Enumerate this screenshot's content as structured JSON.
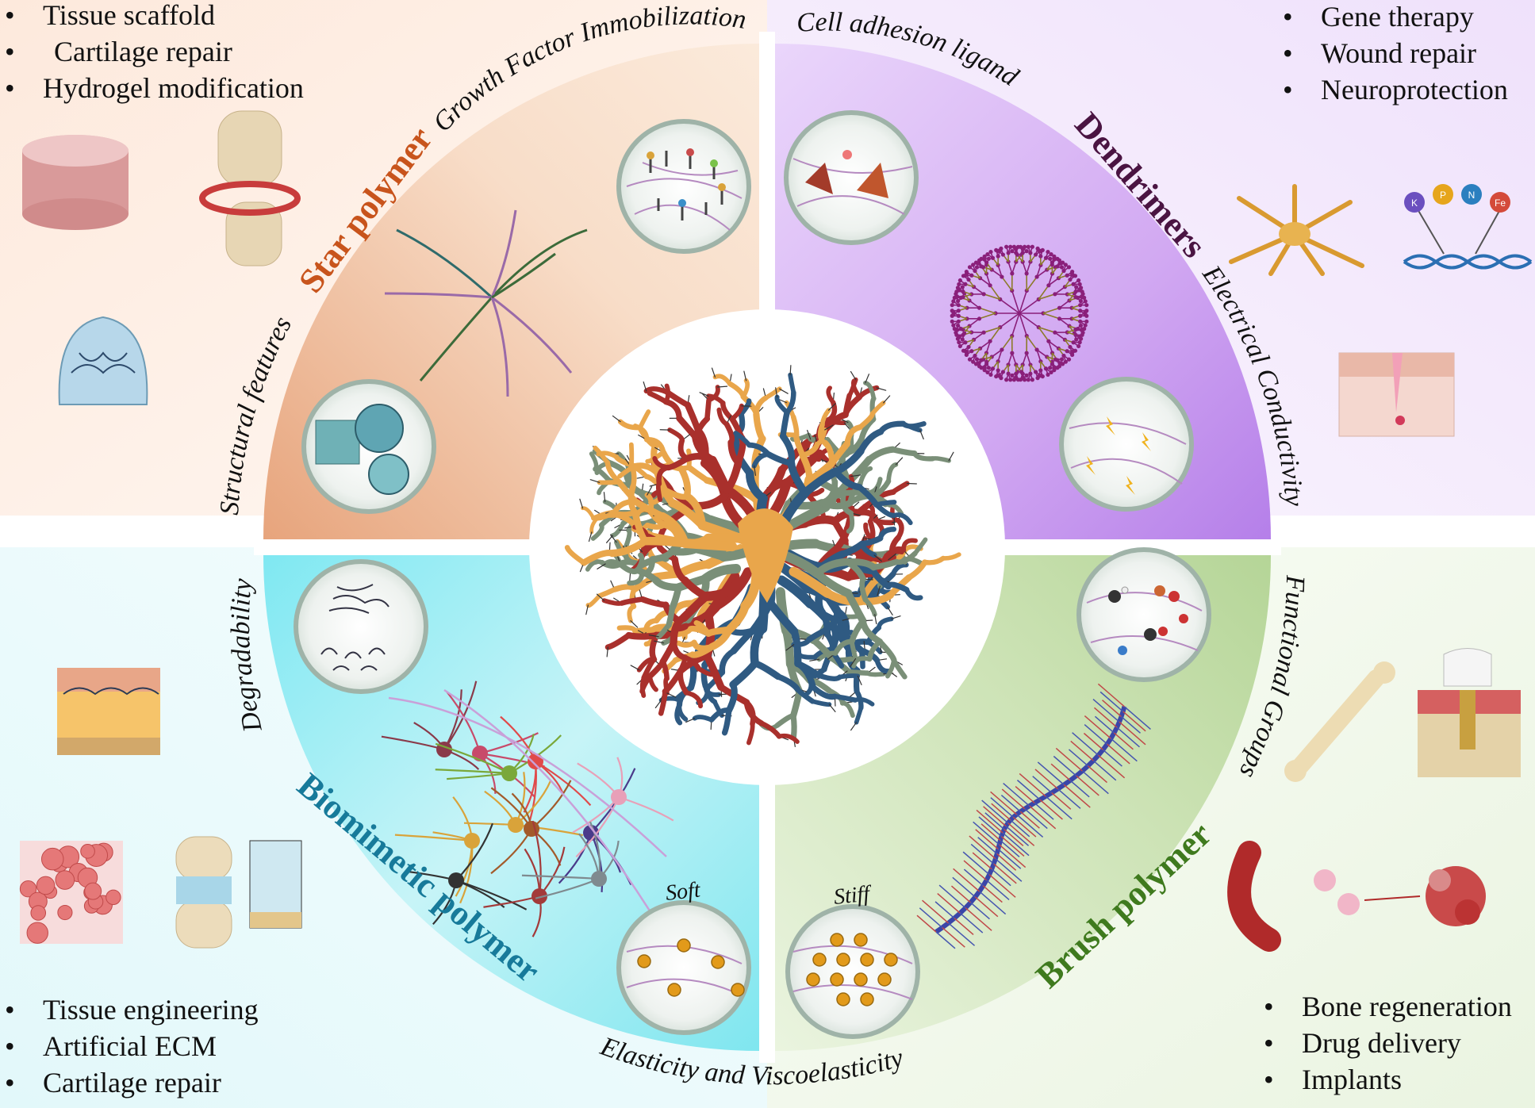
{
  "quadrants": {
    "star": {
      "name": "Star polymer",
      "color": "#c8541c",
      "applications": [
        "Tissue scaffold",
        "Cartilage repair",
        "Hydrogel modification"
      ]
    },
    "dendrimers": {
      "name": "Dendrimers",
      "color": "#4a1442",
      "applications": [
        "Gene therapy",
        "Wound repair",
        "Neuroprotection"
      ]
    },
    "biomimetic": {
      "name": "Biomimetic polymer",
      "color": "#177a9a",
      "applications": [
        "Tissue engineering",
        "Artificial ECM",
        "Cartilage repair"
      ]
    },
    "brush": {
      "name": "Brush polymer",
      "color": "#3f7a1e",
      "applications": [
        "Bone regeneration",
        "Drug delivery",
        "Implants"
      ]
    }
  },
  "properties": {
    "growth_factor": "Growth Factor Immobilization",
    "cell_adhesion": "Cell adhesion ligand",
    "electrical": "Electrical Conductivity",
    "functional": "Functional Groups",
    "elasticity": "Elasticity and Viscoelasticity",
    "degradability": "Degradability",
    "structural": "Structural features"
  },
  "stiffness": {
    "soft": "Soft",
    "stiff": "Stiff"
  },
  "ions": [
    "K",
    "P",
    "N",
    "Fe"
  ],
  "colors": {
    "network_orange": "#e9a64b",
    "network_red": "#a9302c",
    "network_blue": "#2f5a82",
    "network_sage": "#7a8f78",
    "particle": "#e29a1a"
  }
}
